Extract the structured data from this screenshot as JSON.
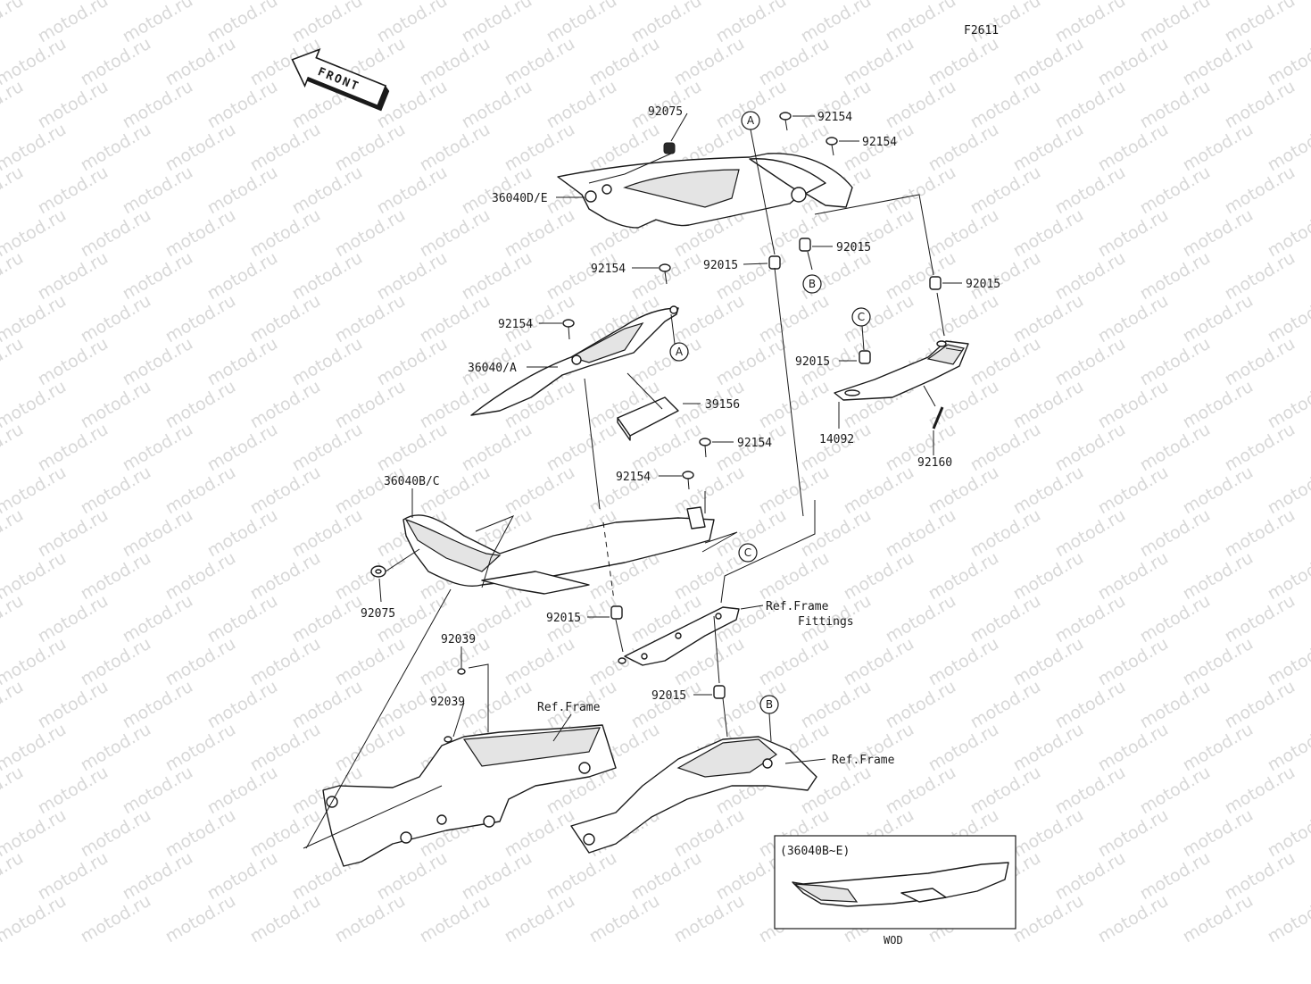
{
  "figure_code": "F2611",
  "front_arrow": "FRONT",
  "watermark": "motod.ru",
  "callouts": {
    "A": "A",
    "B": "B",
    "C": "C"
  },
  "labels": {
    "l_92075_top": "92075",
    "l_36040DE": "36040D/E",
    "l_92154_a": "92154",
    "l_92154_b": "92154",
    "l_92015_a": "92015",
    "l_92015_b": "92015",
    "l_92015_c": "92015",
    "l_92154_c": "92154",
    "l_92154_d": "92154",
    "l_36040A": "36040/A",
    "l_39156": "39156",
    "l_92015_d": "92015",
    "l_14092": "14092",
    "l_92160": "92160",
    "l_92154_e": "92154",
    "l_92154_f": "92154",
    "l_36040BC": "36040B/C",
    "l_92075_left": "92075",
    "l_92015_e": "92015",
    "l_ref_frame_fittings_1": "Ref.Frame",
    "l_ref_frame_fittings_2": "Fittings",
    "l_92039_a": "92039",
    "l_92039_b": "92039",
    "l_ref_frame_left": "Ref.Frame",
    "l_92015_f": "92015",
    "l_ref_frame_right": "Ref.Frame"
  },
  "inset": {
    "title": "(36040B~E)",
    "caption": "WOD"
  }
}
